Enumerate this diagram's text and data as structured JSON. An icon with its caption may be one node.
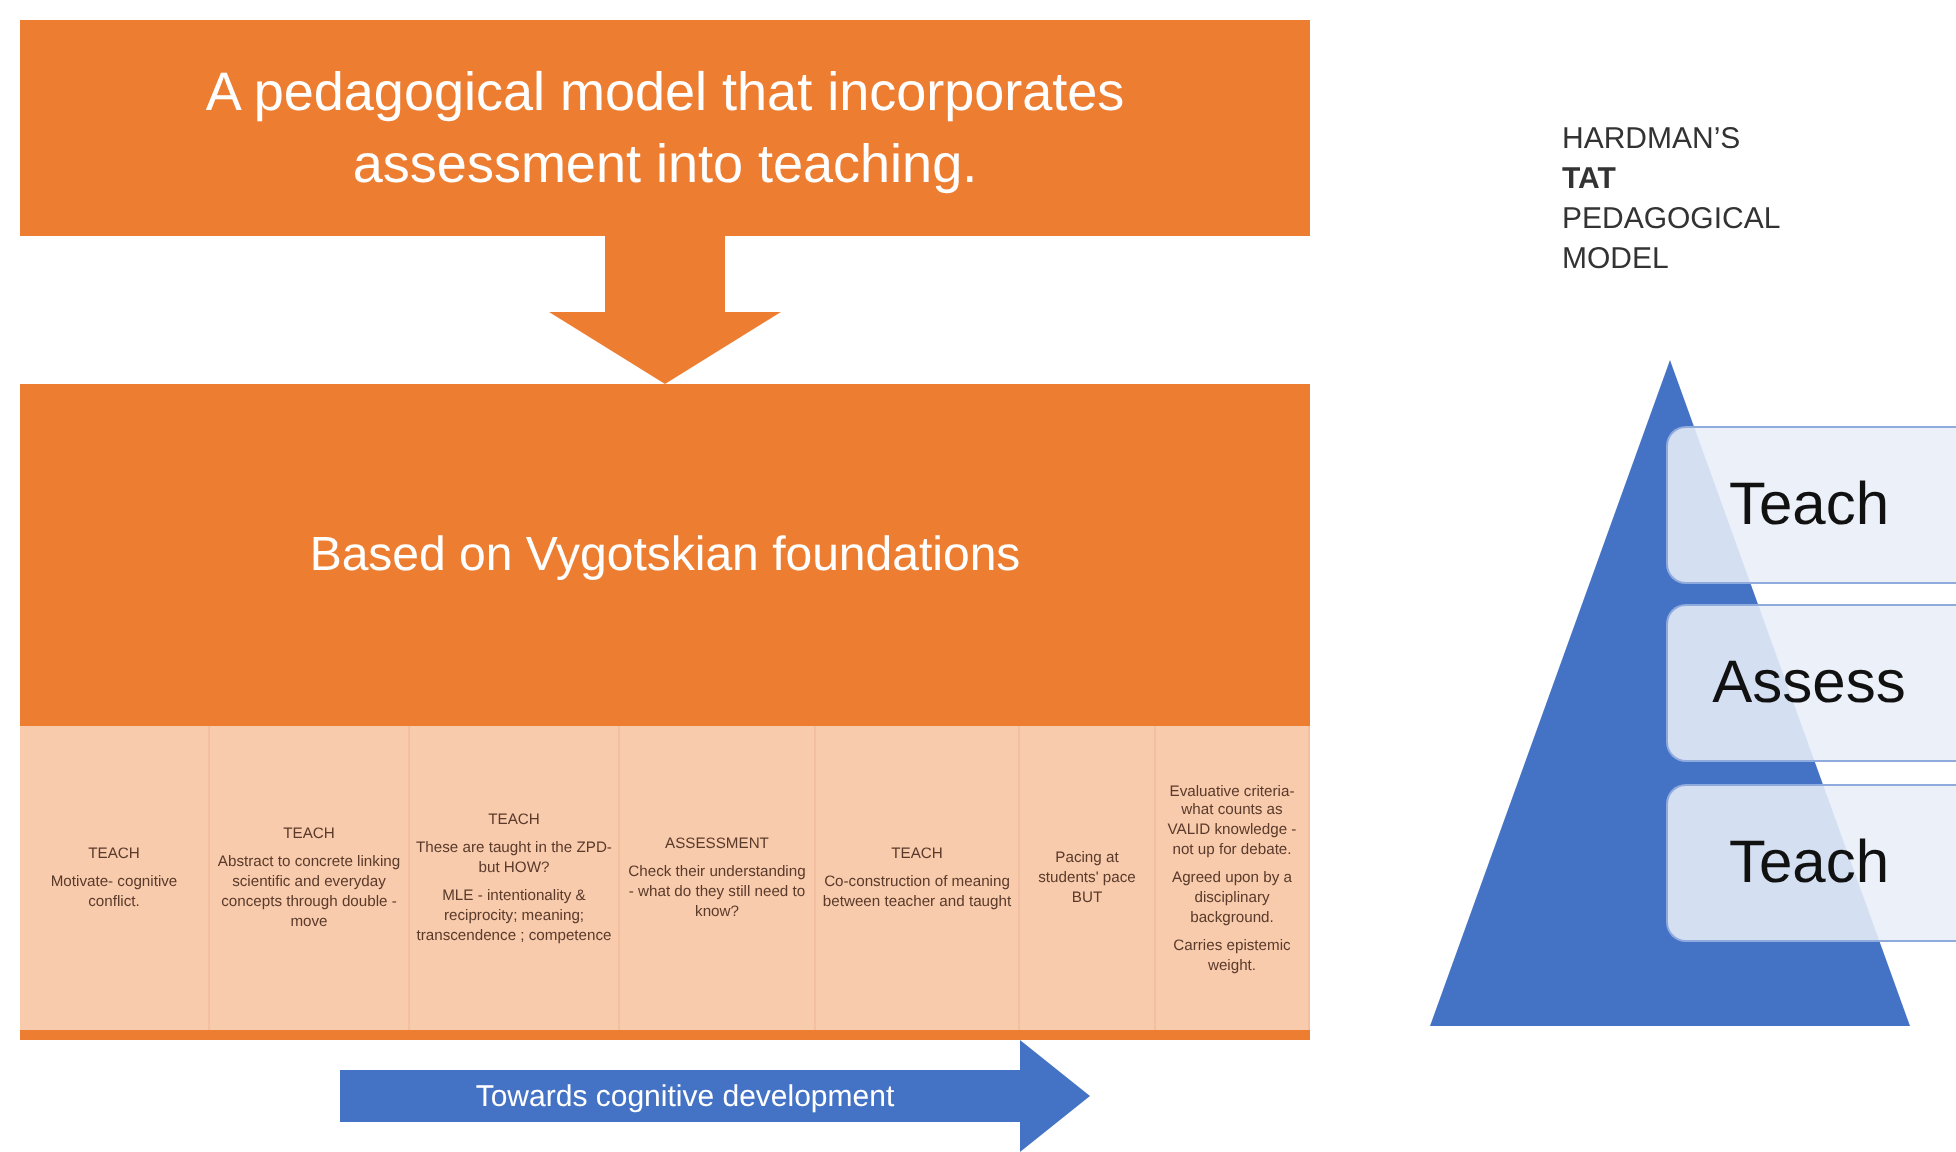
{
  "diagram": {
    "title": "HARDMAN’S **TAT** PEDAGOGICAL MODEL",
    "nodes": [
      {
        "text": [
          "A pedagogical model that incorporates assessment into teaching."
        ]
      },
      {
        "text": [
          "Based on Vygotskian foundations"
        ]
      },
      {
        "text": [
          "TEACH",
          "Motivate- cognitive conflict."
        ],
        "in": 1
      },
      {
        "text": [
          "TEACH",
          "Abstract to concrete linking scientific and everyday concepts through double - move"
        ],
        "in": 1
      },
      {
        "text": [
          "TEACH",
          "These are taught in the ZPD- but HOW?",
          "MLE - intentionality & reciprocity; meaning; transcendence ; competence"
        ],
        "in": 1
      },
      {
        "text": [
          "ASSESSMENT",
          "Check their understanding - what do they still need to know?"
        ],
        "in": 1
      },
      {
        "text": [
          "TEACH",
          "Co-construction of meaning between teacher and taught"
        ],
        "in": 1
      },
      {
        "text": [
          "Pacing at students' pace BUT"
        ],
        "in": 1
      },
      {
        "text": [
          "Evaluative criteria- what counts as VALID knowledge - not up for debate.",
          "Agreed upon by a disciplinary background.",
          "Carries epistemic weight."
        ],
        "in": 1
      },
      {
        "text": [
          "Towards cognitive development"
        ]
      },
      {
        "text": [],
        "shape": "triangle"
      },
      {
        "text": [
          "Teach"
        ]
      },
      {
        "text": [
          "Assess"
        ]
      },
      {
        "text": [
          "Teach"
        ]
      }
    ],
    "edges": [
      {
        "from": 0,
        "to": 1,
        "arrow": "to"
      }
    ]
  }
}
